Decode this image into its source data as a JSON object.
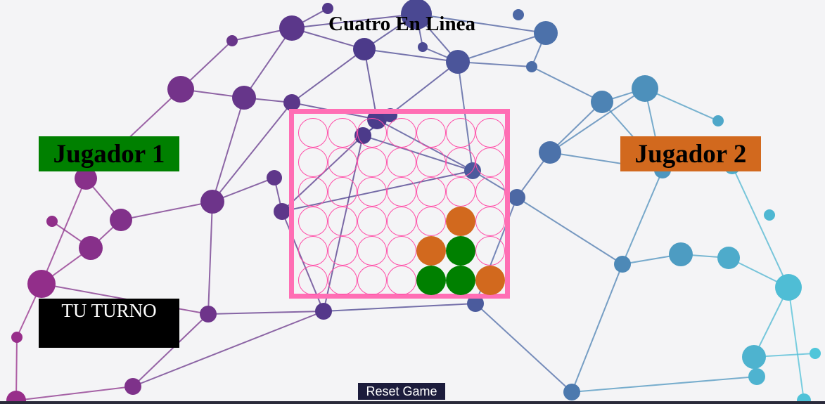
{
  "title": "Cuatro En Linea",
  "players": {
    "player1": {
      "label": "Jugador 1",
      "color": "#008000"
    },
    "player2": {
      "label": "Jugador 2",
      "color": "#d2691e"
    }
  },
  "turn": {
    "player1_text": "TU TURNO",
    "player2_text": ""
  },
  "board": {
    "rows": 6,
    "columns": 7,
    "frame_color": "#ff6eb4",
    "cells": [
      [
        "",
        "",
        "",
        "",
        "",
        "",
        ""
      ],
      [
        "",
        "",
        "",
        "",
        "",
        "",
        ""
      ],
      [
        "",
        "",
        "",
        "",
        "",
        "",
        ""
      ],
      [
        "",
        "",
        "",
        "",
        "",
        "2",
        ""
      ],
      [
        "",
        "",
        "",
        "",
        "2",
        "1",
        ""
      ],
      [
        "",
        "",
        "",
        "",
        "1",
        "1",
        "2"
      ]
    ]
  },
  "reset_button": {
    "label": "Reset Game"
  },
  "colors": {
    "background": "#f4f4f6",
    "network_left": "#9b2d8a",
    "network_mid": "#4a3a8a",
    "network_right": "#4fc9dc"
  }
}
